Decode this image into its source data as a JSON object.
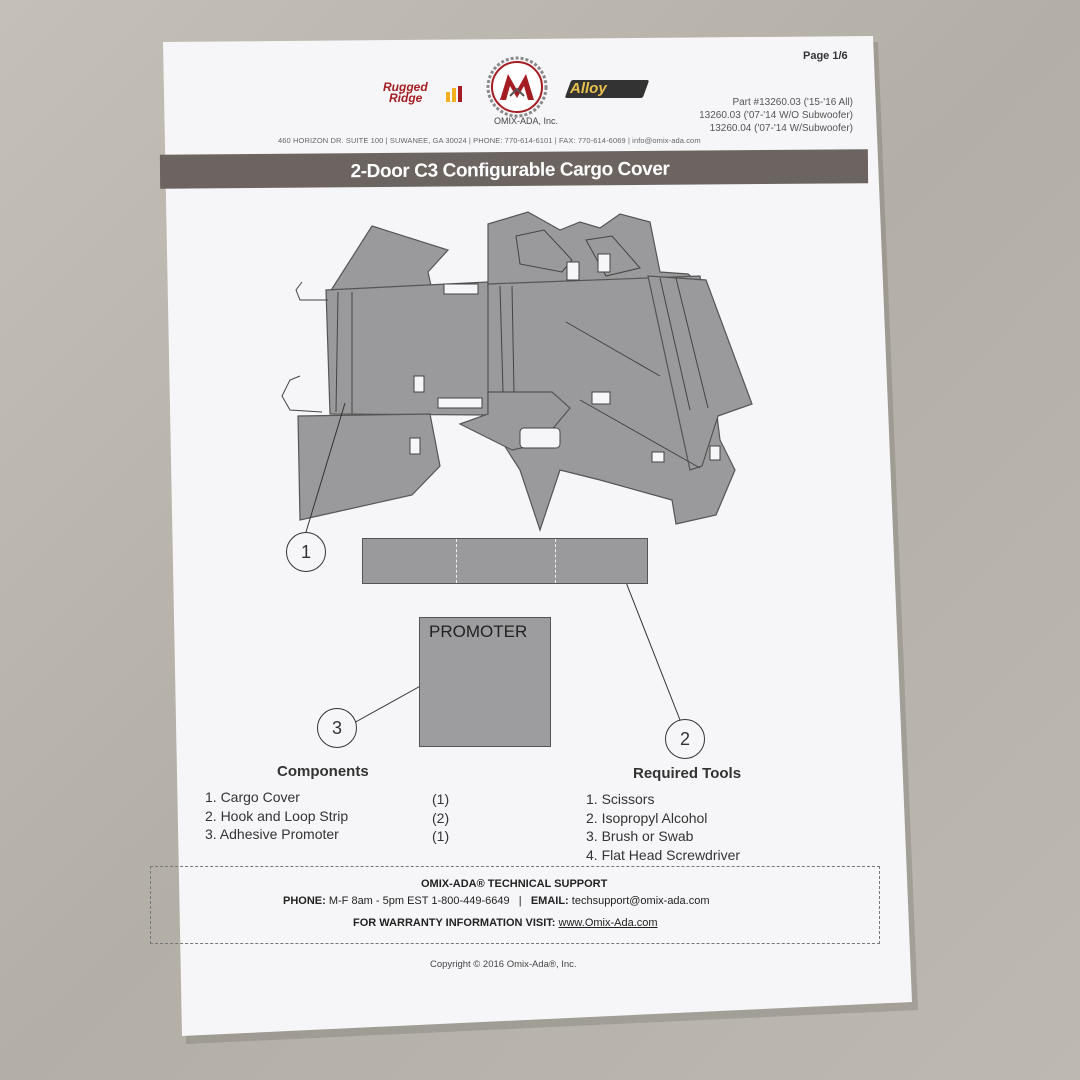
{
  "header": {
    "page_number": "Page 1/6",
    "brand_left_line1": "Rugged",
    "brand_left_line2": "Ridge",
    "company_name": "OMIX-ADA, Inc.",
    "brand_right": "Alloy",
    "part_numbers": [
      "Part #13260.03 ('15-'16 All)",
      "13260.03 ('07-'14 W/O Subwoofer)",
      "13260.04 ('07-'14 W/Subwoofer)"
    ],
    "address_line": "460 HORIZON DR. SUITE 100  |  SUWANEE, GA 30024  |  PHONE: 770-614-6101  |  FAX: 770-614-6069  |  info@omix-ada.com"
  },
  "title": "2-Door C3 Configurable Cargo Cover",
  "diagram": {
    "callouts": [
      "1",
      "2",
      "3"
    ],
    "promoter_label": "PROMOTER"
  },
  "components": {
    "heading": "Components",
    "items": [
      {
        "name": "1. Cargo Cover",
        "qty": "(1)"
      },
      {
        "name": "2. Hook and Loop Strip",
        "qty": "(2)"
      },
      {
        "name": "3. Adhesive Promoter",
        "qty": "(1)"
      }
    ]
  },
  "required_tools": {
    "heading": "Required Tools",
    "items": [
      "1. Scissors",
      "2. Isopropyl Alcohol",
      "3. Brush or Swab",
      "4. Flat Head Screwdriver"
    ]
  },
  "support": {
    "title": "OMIX-ADA® TECHNICAL SUPPORT",
    "phone_label": "PHONE:",
    "phone_text": "M-F  8am - 5pm EST 1-800-449-6649",
    "email_label": "EMAIL:",
    "email_text": "techsupport@omix-ada.com",
    "warranty_label": "FOR WARRANTY INFORMATION VISIT:",
    "warranty_link": "www.Omix-Ada.com"
  },
  "copyright": "Copyright © 2016 Omix-Ada®, Inc.",
  "colors": {
    "title_bar": "#6b6461",
    "diagram_fill": "#9a9a9c",
    "rugged_ridge_red": "#a31d22",
    "rugged_ridge_yellow": "#f2b01e"
  }
}
